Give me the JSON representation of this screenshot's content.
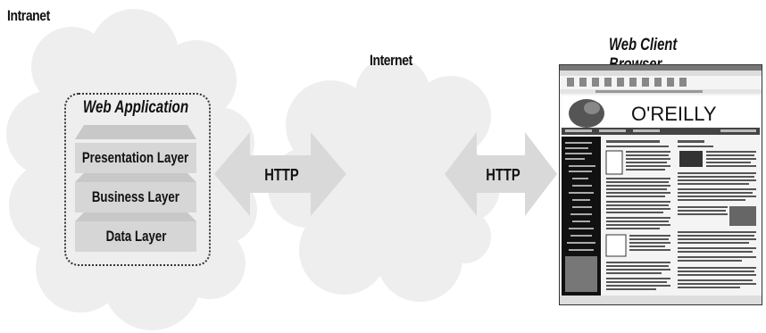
{
  "labels": {
    "intranet": "Intranet",
    "internet": "Internet",
    "web_client_browser": "Web Client Browser",
    "web_application": "Web Application"
  },
  "layers": [
    "Presentation Layer",
    "Business Layer",
    "Data Layer"
  ],
  "arrows": [
    {
      "label": "HTTP"
    },
    {
      "label": "HTTP"
    }
  ],
  "browser": {
    "logo_text": "O'REILLY"
  },
  "colors": {
    "cloud": "#eeeeee",
    "arrow": "#d9d9d9",
    "layer": "#d6d6d6",
    "browser_sidebar": "#111111"
  }
}
